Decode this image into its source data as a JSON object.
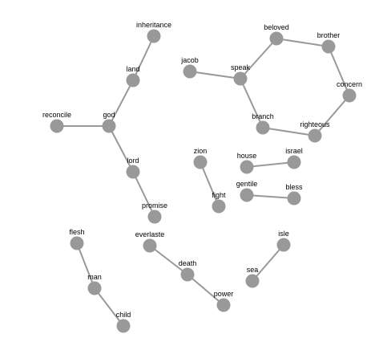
{
  "graph": {
    "node_color": "#999999",
    "edge_color": "#999999",
    "label_color": "#000000",
    "nodes": [
      {
        "id": "inheritance",
        "label": "inheritance"
      },
      {
        "id": "land",
        "label": "land"
      },
      {
        "id": "god",
        "label": "god"
      },
      {
        "id": "reconcile",
        "label": "reconcile"
      },
      {
        "id": "lord",
        "label": "lord"
      },
      {
        "id": "promise",
        "label": "promise"
      },
      {
        "id": "jacob",
        "label": "jacob"
      },
      {
        "id": "speak",
        "label": "speak"
      },
      {
        "id": "beloved",
        "label": "beloved"
      },
      {
        "id": "brother",
        "label": "brother"
      },
      {
        "id": "concern",
        "label": "concern"
      },
      {
        "id": "righteous",
        "label": "righteous"
      },
      {
        "id": "branch",
        "label": "branch"
      },
      {
        "id": "zion",
        "label": "zion"
      },
      {
        "id": "fight",
        "label": "fight"
      },
      {
        "id": "house",
        "label": "house"
      },
      {
        "id": "israel",
        "label": "israel"
      },
      {
        "id": "gentile",
        "label": "gentile"
      },
      {
        "id": "bless",
        "label": "bless"
      },
      {
        "id": "flesh",
        "label": "flesh"
      },
      {
        "id": "man",
        "label": "man"
      },
      {
        "id": "child",
        "label": "child"
      },
      {
        "id": "everlaste",
        "label": "everlaste"
      },
      {
        "id": "death",
        "label": "death"
      },
      {
        "id": "power",
        "label": "power"
      },
      {
        "id": "isle",
        "label": "isle"
      },
      {
        "id": "sea",
        "label": "sea"
      }
    ],
    "edges": [
      {
        "source": "inheritance",
        "target": "land"
      },
      {
        "source": "land",
        "target": "god"
      },
      {
        "source": "god",
        "target": "reconcile"
      },
      {
        "source": "god",
        "target": "lord"
      },
      {
        "source": "lord",
        "target": "promise"
      },
      {
        "source": "jacob",
        "target": "speak"
      },
      {
        "source": "speak",
        "target": "beloved"
      },
      {
        "source": "beloved",
        "target": "brother"
      },
      {
        "source": "brother",
        "target": "concern"
      },
      {
        "source": "concern",
        "target": "righteous"
      },
      {
        "source": "righteous",
        "target": "branch"
      },
      {
        "source": "branch",
        "target": "speak"
      },
      {
        "source": "zion",
        "target": "fight"
      },
      {
        "source": "house",
        "target": "israel"
      },
      {
        "source": "gentile",
        "target": "bless"
      },
      {
        "source": "flesh",
        "target": "man"
      },
      {
        "source": "man",
        "target": "child"
      },
      {
        "source": "everlaste",
        "target": "death"
      },
      {
        "source": "death",
        "target": "power"
      },
      {
        "source": "isle",
        "target": "sea"
      }
    ]
  }
}
